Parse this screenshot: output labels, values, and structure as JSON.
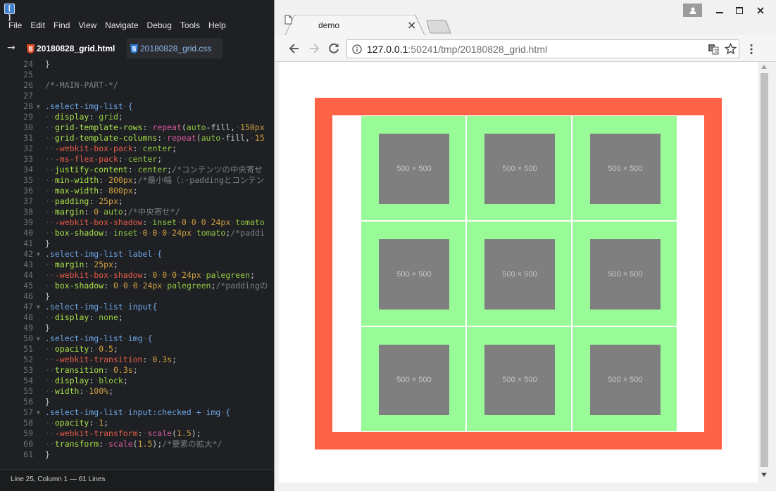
{
  "editor": {
    "menu": [
      "File",
      "Edit",
      "Find",
      "View",
      "Navigate",
      "Debug",
      "Tools",
      "Help"
    ],
    "tab_arrow": "→",
    "tabs": [
      {
        "label": "20180828_grid.html",
        "icon": "html5-icon",
        "active": true
      },
      {
        "label": "20180828_grid.css",
        "icon": "css3-icon",
        "active": false
      }
    ],
    "status": "Line 25, Column 1 — 61 Lines",
    "lines": [
      {
        "n": "24",
        "fold": "",
        "code": "}"
      },
      {
        "n": "25",
        "fold": "",
        "code": ""
      },
      {
        "n": "26",
        "fold": "",
        "code": "/*·MAIN·PART·*/"
      },
      {
        "n": "27",
        "fold": "",
        "code": ""
      },
      {
        "n": "28",
        "fold": "▼",
        "code": ".select-img-list·{"
      },
      {
        "n": "29",
        "fold": "",
        "code": "··display:·grid;"
      },
      {
        "n": "30",
        "fold": "",
        "code": "··grid-template-rows:·repeat(auto-fill,·150px"
      },
      {
        "n": "31",
        "fold": "",
        "code": "··grid-template-columns:·repeat(auto-fill,·15"
      },
      {
        "n": "32",
        "fold": "",
        "code": "··-webkit-box-pack:·center;"
      },
      {
        "n": "33",
        "fold": "",
        "code": "··-ms-flex-pack:·center;"
      },
      {
        "n": "34",
        "fold": "",
        "code": "··justify-content:·center;/*コンテンツの中央寄せ"
      },
      {
        "n": "35",
        "fold": "",
        "code": "··min-width:·200px;/*最小幅（:·paddingとコンテン"
      },
      {
        "n": "36",
        "fold": "",
        "code": "··max-width:·800px;"
      },
      {
        "n": "37",
        "fold": "",
        "code": "··padding:·25px;"
      },
      {
        "n": "38",
        "fold": "",
        "code": "··margin:·0·auto;/*中央寄せ*/"
      },
      {
        "n": "39",
        "fold": "",
        "code": "··-webkit-box-shadow:·inset·0·0·0·24px·tomato"
      },
      {
        "n": "40",
        "fold": "",
        "code": "··box-shadow:·inset·0·0·0·24px·tomato;/*paddi"
      },
      {
        "n": "41",
        "fold": "",
        "code": "}"
      },
      {
        "n": "42",
        "fold": "▼",
        "code": ".select-img-list·label·{"
      },
      {
        "n": "43",
        "fold": "",
        "code": "··margin:·25px;"
      },
      {
        "n": "44",
        "fold": "",
        "code": "··-webkit-box-shadow:·0·0·0·24px·palegreen;"
      },
      {
        "n": "45",
        "fold": "",
        "code": "··box-shadow:·0·0·0·24px·palegreen;/*paddingの"
      },
      {
        "n": "46",
        "fold": "",
        "code": "}"
      },
      {
        "n": "47",
        "fold": "▼",
        "code": ".select-img-list·input{"
      },
      {
        "n": "48",
        "fold": "",
        "code": "··display:·none;"
      },
      {
        "n": "49",
        "fold": "",
        "code": "}"
      },
      {
        "n": "50",
        "fold": "▼",
        "code": ".select-img-list·img·{"
      },
      {
        "n": "51",
        "fold": "",
        "code": "··opacity:·0.5;"
      },
      {
        "n": "52",
        "fold": "",
        "code": "··-webkit-transition:·0.3s;"
      },
      {
        "n": "53",
        "fold": "",
        "code": "··transition:·0.3s;"
      },
      {
        "n": "54",
        "fold": "",
        "code": "··display:·block;"
      },
      {
        "n": "55",
        "fold": "",
        "code": "··width:·100%;"
      },
      {
        "n": "56",
        "fold": "",
        "code": "}"
      },
      {
        "n": "57",
        "fold": "▼",
        "code": ".select-img-list·input:checked·+·img·{"
      },
      {
        "n": "58",
        "fold": "",
        "code": "··opacity:·1;"
      },
      {
        "n": "59",
        "fold": "",
        "code": "··-webkit-transform:·scale(1.5);"
      },
      {
        "n": "60",
        "fold": "",
        "code": "··transform:·scale(1.5);/*要素の拡大*/"
      },
      {
        "n": "61",
        "fold": "",
        "code": "}"
      }
    ]
  },
  "browser": {
    "tab_title": "demo",
    "tab_close": "×",
    "url_host": "127.0.0.1",
    "url_rest": ":50241/tmp/20180828_grid.html",
    "colors": {
      "tomato": "#ff6347",
      "palegreen": "#98fb98",
      "placeholder": "#7f7f7f"
    },
    "images": [
      "500 × 500",
      "500 × 500",
      "500 × 500",
      "500 × 500",
      "500 × 500",
      "500 × 500",
      "500 × 500",
      "500 × 500",
      "500 × 500"
    ]
  }
}
